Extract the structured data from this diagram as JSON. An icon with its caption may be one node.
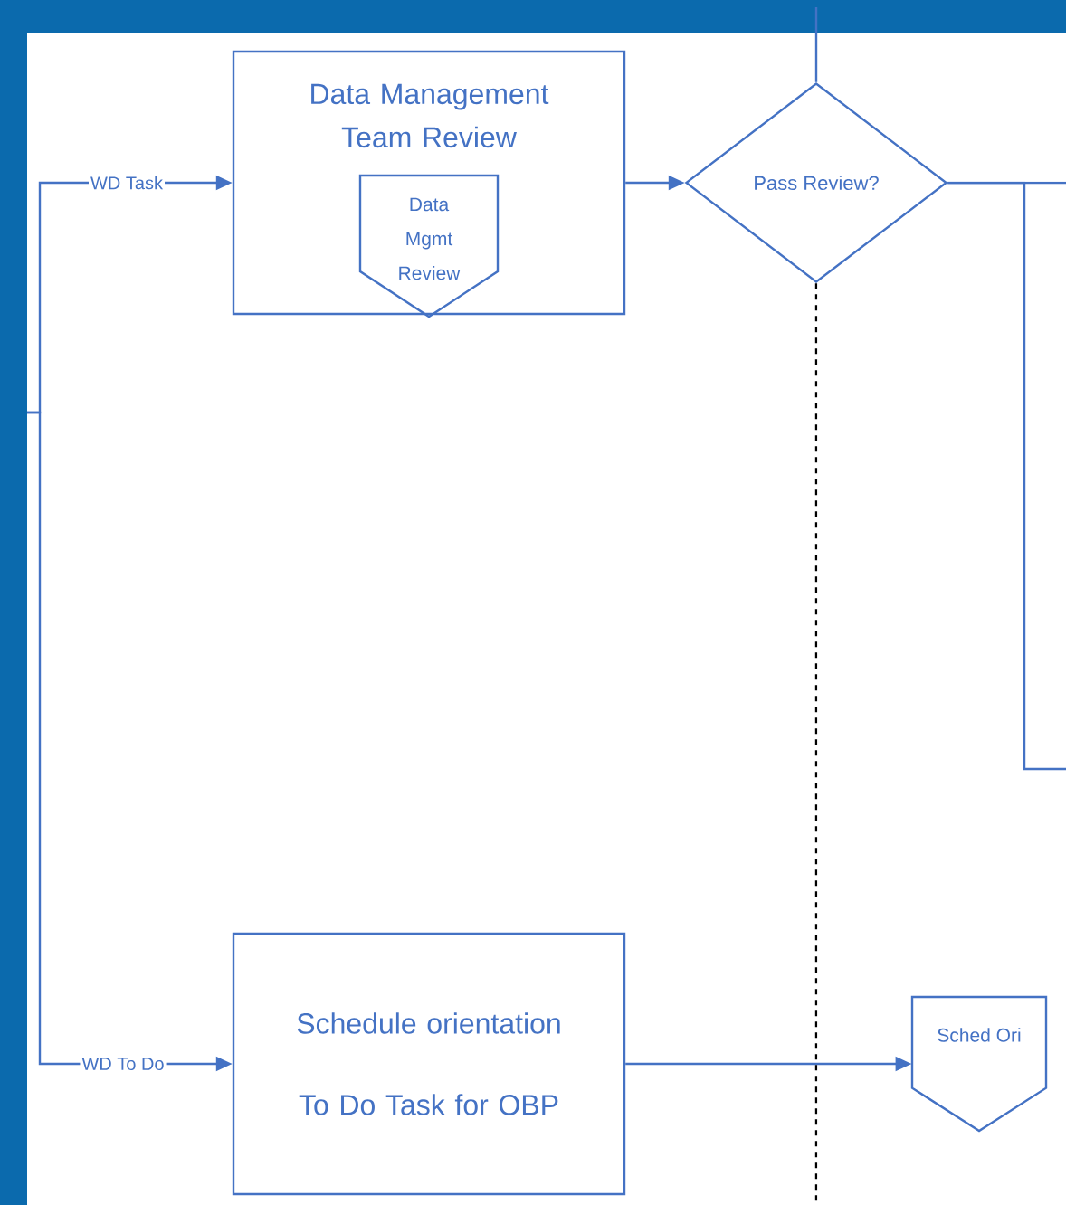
{
  "diagram": {
    "nodes": [
      {
        "text": [
          "Data Management Team Review"
        ]
      },
      {
        "text": [
          "Data Mgmt Review"
        ],
        "in": 0
      },
      {
        "text": [
          "Pass Review?"
        ]
      },
      {
        "text": [
          "Schedule orientation",
          "To Do Task for OBP"
        ]
      },
      {
        "text": [
          "Sched Ori"
        ]
      }
    ],
    "edges": [
      {
        "from": null,
        "to": 0,
        "arrow": "to",
        "label": "WD Task"
      },
      {
        "from": null,
        "to": 3,
        "arrow": "to",
        "label": "WD To Do"
      },
      {
        "from": 0,
        "to": 2,
        "arrow": "to"
      },
      {
        "from": 3,
        "to": 4,
        "arrow": "to"
      },
      {
        "from": null,
        "to": 2,
        "arrow": "none"
      },
      {
        "from": 2,
        "to": null,
        "arrow": "none",
        "style": "dashed",
        "color": "#000000"
      },
      {
        "from": 2,
        "to": null,
        "arrow": "none"
      },
      {
        "from": 2,
        "to": null,
        "arrow": "none"
      }
    ]
  }
}
